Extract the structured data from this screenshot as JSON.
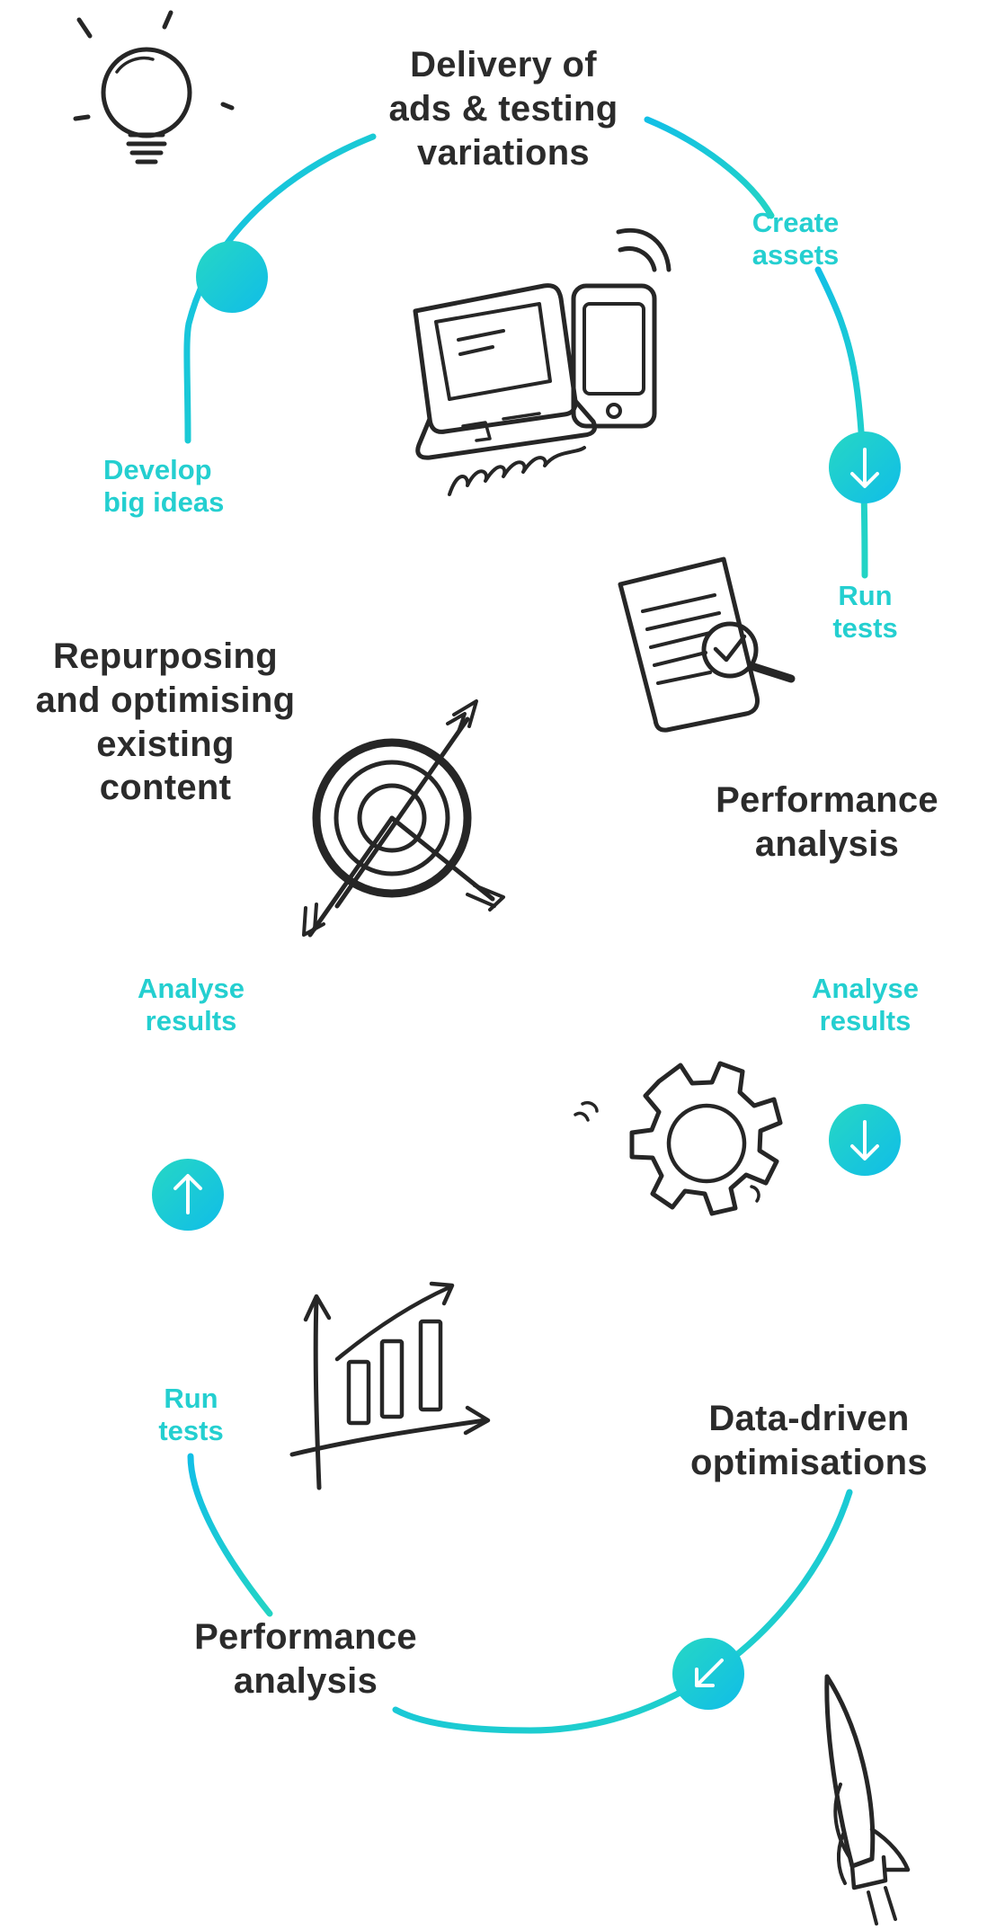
{
  "stages": {
    "delivery": {
      "line1": "Delivery of",
      "line2": "ads & testing",
      "line3": "variations"
    },
    "performance_right": {
      "line1": "Performance",
      "line2": "analysis"
    },
    "data_driven": {
      "line1": "Data-driven",
      "line2": "optimisations"
    },
    "performance_bottom": {
      "line1": "Performance",
      "line2": "analysis"
    },
    "repurposing": {
      "line1": "Repurposing",
      "line2": "and optimising",
      "line3": "existing",
      "line4": "content"
    }
  },
  "steps": {
    "create_assets": {
      "line1": "Create",
      "line2": "assets"
    },
    "run_tests_right": {
      "line1": "Run",
      "line2": "tests"
    },
    "analyse_results_right": {
      "line1": "Analyse",
      "line2": "results"
    },
    "run_tests_left": {
      "line1": "Run",
      "line2": "tests"
    },
    "analyse_results_left": {
      "line1": "Analyse",
      "line2": "results"
    },
    "develop_big_ideas": {
      "line1": "Develop",
      "line2": "big ideas"
    }
  },
  "colors": {
    "cycle_line_start": "#13c1e6",
    "cycle_line_end": "#22d3c5",
    "step_text": "#24cfd0",
    "stage_text": "#2b2b2b",
    "icon_stroke": "#262626"
  },
  "icons": [
    "lightbulb-icon",
    "laptop-phone-icon",
    "document-magnifier-icon",
    "target-arrows-icon",
    "gear-icon",
    "bar-chart-icon",
    "rocket-icon"
  ]
}
